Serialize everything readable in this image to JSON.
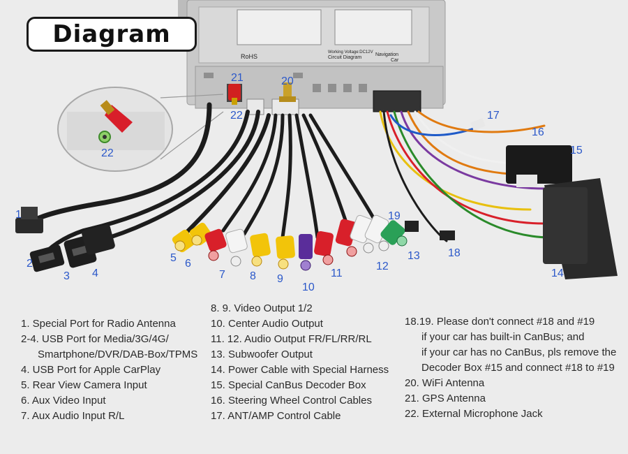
{
  "title": "Diagram",
  "unit_labels": {
    "small": [
      "Circuit Diagram",
      "Working Voltage:DC12V",
      "Car",
      "Navigation",
      "RoHS"
    ]
  },
  "callouts": [
    "1",
    "2",
    "3",
    "4",
    "5",
    "6",
    "7",
    "8",
    "9",
    "10",
    "11",
    "12",
    "13",
    "14",
    "15",
    "16",
    "17",
    "18",
    "19",
    "20",
    "21",
    "22",
    "22"
  ],
  "legend": {
    "col1": [
      "1. Special Port for Radio Antenna",
      "2-4. USB Port for Media/3G/4G/",
      "Smartphone/DVR/DAB-Box/TPMS",
      "4. USB Port  for Apple CarPlay",
      "5. Rear View Camera Input",
      "6. Aux Video Input",
      "7. Aux Audio Input R/L"
    ],
    "col2": [
      "8. 9. Video Output 1/2",
      "10. Center Audio Output",
      "11. 12. Audio Output FR/FL/RR/RL",
      "13. Subwoofer Output",
      "14. Power Cable with Special Harness",
      "15. Special CanBus Decoder Box",
      "16. Steering Wheel Control Cables",
      "17. ANT/AMP Control Cable"
    ],
    "col3": [
      "18.19. Please don't connect #18 and #19",
      "if your car has built-in CanBus; and",
      "if your car has no CanBus, pls remove the",
      "Decoder Box #15 and connect #18 to #19",
      "20. WiFi Antenna",
      "21. GPS Antenna",
      "22. External Microphone Jack"
    ]
  },
  "colors": {
    "callout": "#2b58c9",
    "cable": "#1c1c1c",
    "rca_yellow": "#f2c40a",
    "rca_red": "#d8202a",
    "rca_white": "#f4f4f4",
    "rca_purple": "#5a2d9a",
    "rca_green": "#2aa057"
  }
}
